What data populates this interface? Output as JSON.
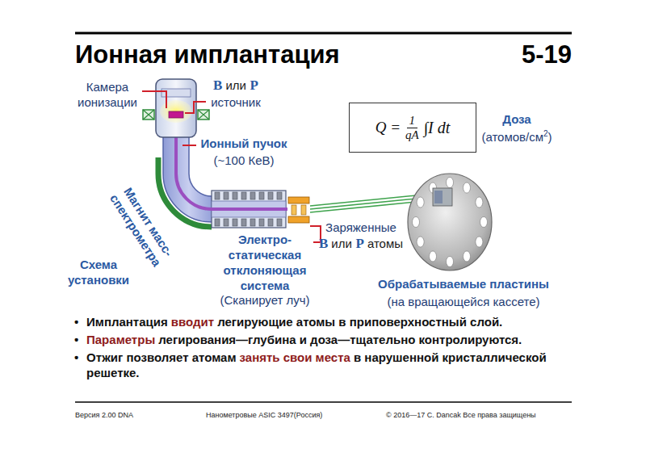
{
  "diagram": {
    "title": "Ионная имплантация",
    "nodes": [
      {
        "text": [
          "Q =",
          "1",
          "qA",
          "∫I dt"
        ]
      }
    ],
    "labels": [
      "5-19",
      "Камера ионизации",
      "B",
      "или",
      "P",
      "источник",
      "Ионный пучок",
      "(~100 КеВ)",
      "Доза",
      "(атомов/см",
      "2",
      ")",
      "Магнит масс-спектрометра",
      "Электро-статическая отклоняющая система",
      "(Сканирует луч)",
      "Заряженные",
      "B",
      "или",
      "P",
      "атомы",
      "Схема установки",
      "Обрабатываемые пластины",
      "(на вращающейся кассете)",
      "•",
      "Имплантация",
      "вводит",
      "легирующие атомы в приповерхностный слой.",
      "•",
      "Параметры",
      "легирования—глубина и доза—тщательно контролируются.",
      "•",
      "Отжиг позволяет атомам",
      "занять свои места",
      "в нарушенной кристаллической решетке.",
      "Версия 2.00 DNA",
      "Нанометровые ASIC 3497(Россия)",
      "© 2016—17 C. Dancak Все права защищены"
    ]
  }
}
